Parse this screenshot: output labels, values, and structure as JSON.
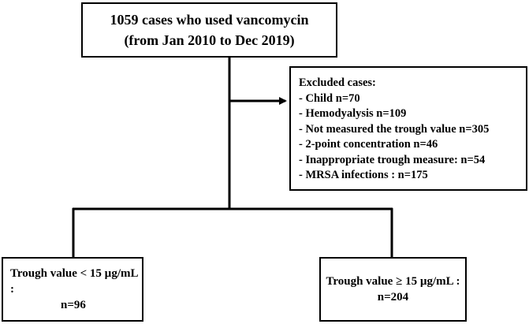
{
  "top_box": {
    "line1": "1059 cases who used vancomycin",
    "line2": "(from  Jan 2010 to Dec 2019)"
  },
  "excluded_box": {
    "title": "Excluded cases:",
    "items": [
      "Child  n=70",
      "Hemodyalysis  n=109",
      "Not measured the trough value n=305",
      "2-point concentration n=46",
      "Inappropriate trough measure: n=54",
      "MRSA infections : n=175"
    ]
  },
  "left_box": {
    "line1": "Trough value < 15 µg/mL :",
    "line2": "n=96"
  },
  "right_box": {
    "line1": "Trough value ≥ 15 µg/mL :",
    "line2": "n=204"
  }
}
